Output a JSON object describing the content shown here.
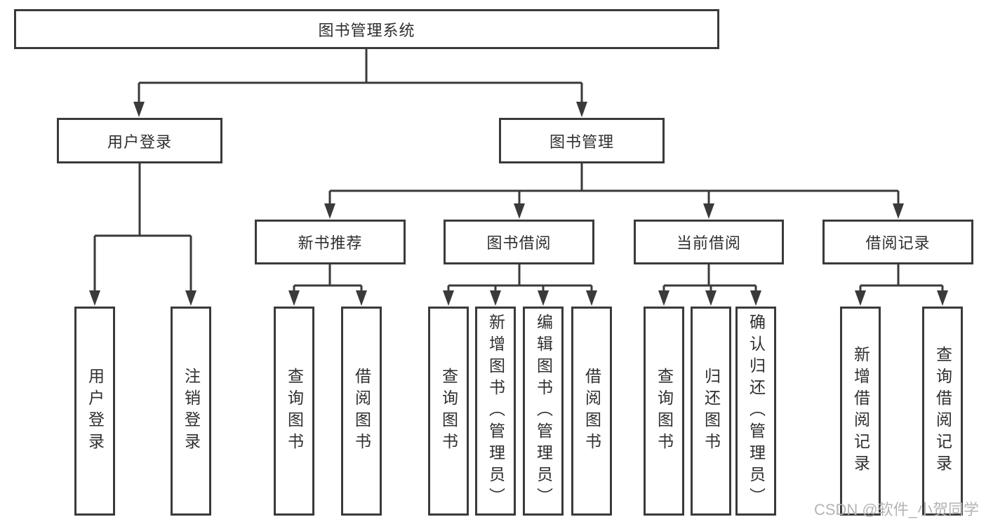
{
  "colors": {
    "line": "#3a3a3a",
    "text": "#2f2f2f",
    "watermark": "#b4b4b4",
    "background": "#ffffff"
  },
  "diagram": {
    "title": "图书管理系统",
    "level2": [
      {
        "label": "用户登录",
        "children": [
          "用户登录",
          "注销登录"
        ]
      },
      {
        "label": "图书管理"
      }
    ],
    "level3": [
      {
        "label": "新书推荐",
        "children": [
          "查询图书",
          "借阅图书"
        ]
      },
      {
        "label": "图书借阅",
        "children": [
          "查询图书",
          "新增图书（管理员）",
          "编辑图书（管理员）",
          "借阅图书"
        ]
      },
      {
        "label": "当前借阅",
        "children": [
          "查询图书",
          "归还图书",
          "确认归还（管理员）"
        ]
      },
      {
        "label": "借阅记录",
        "children": [
          "新增借阅记录",
          "查询借阅记录"
        ]
      }
    ]
  },
  "watermark": {
    "text": "CSDN @软件_小贺同学"
  }
}
